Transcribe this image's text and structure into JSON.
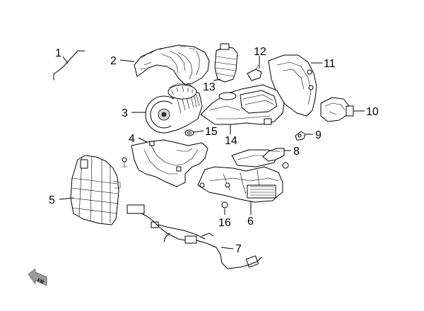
{
  "diagram": {
    "callouts": [
      {
        "id": "1",
        "label": "1"
      },
      {
        "id": "2",
        "label": "2"
      },
      {
        "id": "3",
        "label": "3"
      },
      {
        "id": "4",
        "label": "4"
      },
      {
        "id": "5",
        "label": "5"
      },
      {
        "id": "6",
        "label": "6"
      },
      {
        "id": "7",
        "label": "7"
      },
      {
        "id": "8",
        "label": "8"
      },
      {
        "id": "9",
        "label": "9"
      },
      {
        "id": "10",
        "label": "10"
      },
      {
        "id": "11",
        "label": "11"
      },
      {
        "id": "12",
        "label": "12"
      },
      {
        "id": "13",
        "label": "13"
      },
      {
        "id": "14",
        "label": "14"
      },
      {
        "id": "15",
        "label": "15"
      },
      {
        "id": "16",
        "label": "16"
      }
    ],
    "front_indicator": "FR"
  }
}
